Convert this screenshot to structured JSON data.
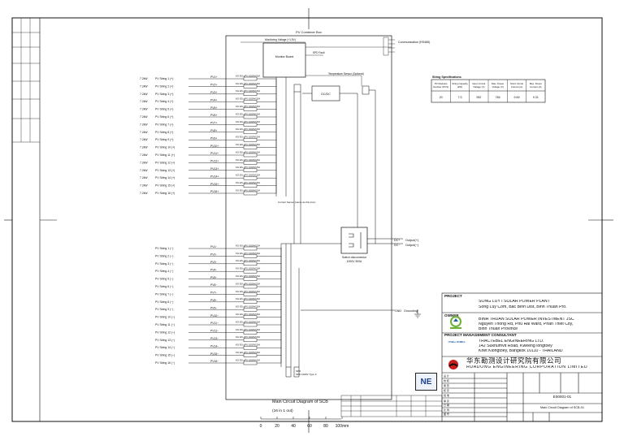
{
  "drawing": {
    "title_top": "PV Combiner Box",
    "monitoring_voltage": "Monitoring Voltage (+1.5V)",
    "monitoring_board": "Monitor Board",
    "spd_fault": "SPD Fault",
    "temp_sensor": "Temperature Sensor (Optional)",
    "dcdc": "DC/DC",
    "fuse_label": "KG ES gPV 1000V/15A",
    "comm_label": "Communication (RS485)",
    "current_sensor": "Current Sensor (same as this icon)",
    "switch_label": "Switch-disconnector 1000V 300A",
    "output_pos": "Output(+)",
    "output_neg": "Output(−)",
    "spd_label": "SPD 1000V Type II",
    "earth_label": "Grounding",
    "diagram_title": "Main Circuit Diagram of SCB",
    "diagram_subtitle": "(16 in 1 out)",
    "scale_ticks": [
      "0",
      "20",
      "40",
      "60",
      "80",
      "100mm"
    ],
    "plus_strings": [
      {
        "left": "7.2kW",
        "label": "PV String 1 (+)",
        "id": "PV1+"
      },
      {
        "left": "7.2kW",
        "label": "PV String 2 (+)",
        "id": "PV2+"
      },
      {
        "left": "7.2kW",
        "label": "PV String 3 (+)",
        "id": "PV3+"
      },
      {
        "left": "7.2kW",
        "label": "PV String 4 (+)",
        "id": "PV4+"
      },
      {
        "left": "7.2kW",
        "label": "PV String 5 (+)",
        "id": "PV5+"
      },
      {
        "left": "7.2kW",
        "label": "PV String 6 (+)",
        "id": "PV6+"
      },
      {
        "left": "7.2kW",
        "label": "PV String 7 (+)",
        "id": "PV7+"
      },
      {
        "left": "7.2kW",
        "label": "PV String 8 (+)",
        "id": "PV8+"
      },
      {
        "left": "7.2kW",
        "label": "PV String 9 (+)",
        "id": "PV9+"
      },
      {
        "left": "7.2kW",
        "label": "PV String 10 (+)",
        "id": "PV10+"
      },
      {
        "left": "7.2kW",
        "label": "PV String 11 (+)",
        "id": "PV11+"
      },
      {
        "left": "7.2kW",
        "label": "PV String 12 (+)",
        "id": "PV12+"
      },
      {
        "left": "7.2kW",
        "label": "PV String 13 (+)",
        "id": "PV13+"
      },
      {
        "left": "7.2kW",
        "label": "PV String 14 (+)",
        "id": "PV14+"
      },
      {
        "left": "7.2kW",
        "label": "PV String 15 (+)",
        "id": "PV15+"
      },
      {
        "left": "7.2kW",
        "label": "PV String 16 (+)",
        "id": "PV16+"
      }
    ],
    "minus_strings": [
      {
        "label": "PV String 1 (−)",
        "id": "PV1−"
      },
      {
        "label": "PV String 2 (−)",
        "id": "PV2−"
      },
      {
        "label": "PV String 3 (−)",
        "id": "PV3−"
      },
      {
        "label": "PV String 4 (−)",
        "id": "PV4−"
      },
      {
        "label": "PV String 5 (−)",
        "id": "PV5−"
      },
      {
        "label": "PV String 6 (−)",
        "id": "PV6−"
      },
      {
        "label": "PV String 7 (−)",
        "id": "PV7−"
      },
      {
        "label": "PV String 8 (−)",
        "id": "PV8−"
      },
      {
        "label": "PV String 9 (−)",
        "id": "PV9−"
      },
      {
        "label": "PV String 10 (−)",
        "id": "PV10−"
      },
      {
        "label": "PV String 11 (−)",
        "id": "PV11−"
      },
      {
        "label": "PV String 12 (−)",
        "id": "PV12−"
      },
      {
        "label": "PV String 13 (−)",
        "id": "PV13−"
      },
      {
        "label": "PV String 14 (−)",
        "id": "PV14−"
      },
      {
        "label": "PV String 15 (−)",
        "id": "PV15−"
      },
      {
        "label": "PV String 16 (−)",
        "id": "PV16−"
      }
    ]
  },
  "spec_table": {
    "title": "String Specifications",
    "headers": [
      "PV Modules Number (PCS)",
      "String Capacity (kW)",
      "Open Circuit Voltage (V)",
      "Max. Power Voltage (V)",
      "Short Circuit Current (A)",
      "Max. Power Current (A)"
    ],
    "values": [
      "20",
      "7.5",
      "952",
      "784",
      "9.69",
      "9.31"
    ]
  },
  "title_block": {
    "project_hdr": "PROJECT",
    "project_1": "SONG LUY I SOLAR POWER PLANT",
    "project_2": "Song Luy Com, Bac Binh Dist, Binh Thuan Pro.",
    "owner_hdr": "OWNER",
    "owner_1": "BINH THUAN SOLAR POWER INVESTMENT JSC",
    "owner_2": "Nguyen Thong Rd, Phu Hai Ward, Phan Thiet City,",
    "owner_3": "Binh Thuan Province",
    "pmc_hdr": "PROJECT MANAGEMENT CONSULTANT",
    "pmc_1": "TRACTEBEL ENGINEERING LTD.",
    "pmc_2": "142 Sukhumvit Road, Kweeng longtoey",
    "pmc_3": "Khet Klongtoey, Bangkok 10110 - THAILAND",
    "pmc_logo": "TRACTEBEL",
    "ed_cn": "华东勘测设计研究院有限公司",
    "ed_en": "HUADONG ENGINEERING CORPORATION LIMITED",
    "drawing_no": "E00001-01",
    "drawing_name": "Main Circuit Diagram of SCB-01",
    "ne": "NE"
  },
  "colors": {
    "line": "#111111",
    "ne_blue": "#1b3f8f",
    "logo_green": "#6bb133",
    "logo_blue": "#1f5fa8",
    "logo_red": "#c81e1e"
  }
}
